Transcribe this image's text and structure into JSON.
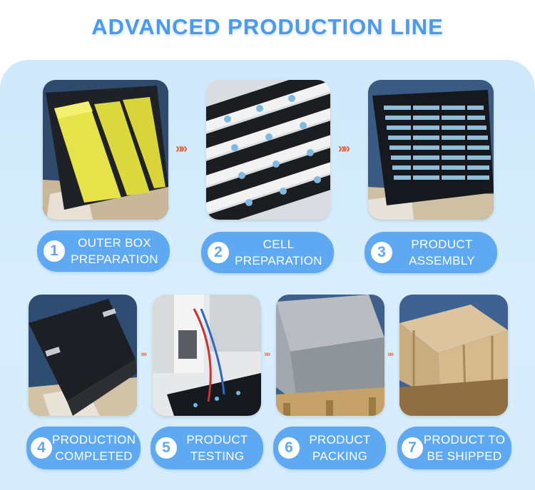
{
  "title": "ADVANCED PRODUCTION LINE",
  "steps": [
    {
      "number": "1",
      "line1": "OUTER BOX",
      "line2": "PREPARATION"
    },
    {
      "number": "2",
      "line1": "CELL",
      "line2": "PREPARATION"
    },
    {
      "number": "3",
      "line1": "PRODUCT",
      "line2": "ASSEMBLY"
    },
    {
      "number": "4",
      "line1": "PRODUCTION",
      "line2": "COMPLETED"
    },
    {
      "number": "5",
      "line1": "PRODUCT",
      "line2": "TESTING"
    },
    {
      "number": "6",
      "line1": "PRODUCT",
      "line2": "PACKING"
    },
    {
      "number": "7",
      "line1": "PRODUCT TO",
      "line2": "BE SHIPPED"
    }
  ],
  "arrow_glyph": "»»",
  "colors": {
    "title": "#4a9af0",
    "panel": "#d3ebfb",
    "label": "#5ea9f1",
    "arrow": "#e85a2a"
  }
}
